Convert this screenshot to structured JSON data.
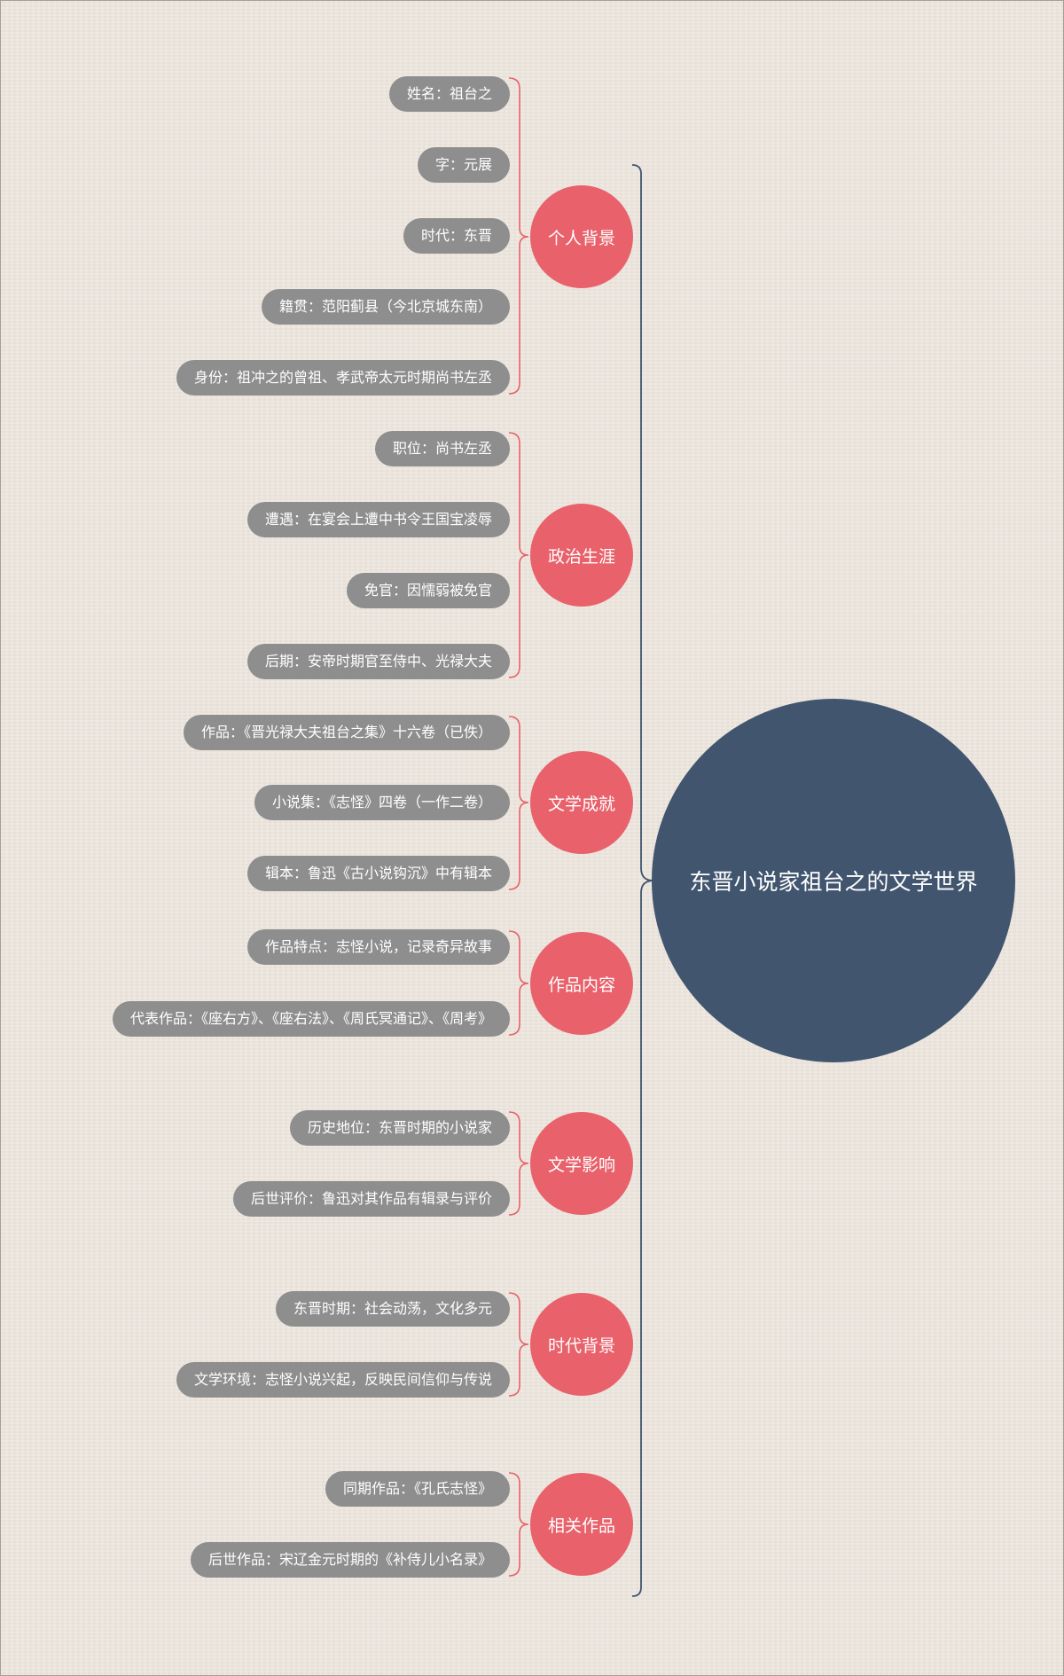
{
  "title": "东晋小说家祖台之的文学世界",
  "colors": {
    "center": "#41556f",
    "branch": "#e8616b",
    "leaf": "#8e8e8e",
    "trunk_line": "#41556f",
    "branch_line": "#e8616b"
  },
  "branches": [
    {
      "label": "个人背景",
      "items": [
        "姓名：祖台之",
        "字：元展",
        "时代：东晋",
        "籍贯：范阳蓟县（今北京城东南）",
        "身份：祖冲之的曾祖、孝武帝太元时期尚书左丞"
      ]
    },
    {
      "label": "政治生涯",
      "items": [
        "职位：尚书左丞",
        "遭遇：在宴会上遭中书令王国宝凌辱",
        "免官：因懦弱被免官",
        "后期：安帝时期官至侍中、光禄大夫"
      ]
    },
    {
      "label": "文学成就",
      "items": [
        "作品：《晋光禄大夫祖台之集》十六卷（已佚）",
        "小说集：《志怪》四卷（一作二卷）",
        "辑本：鲁迅《古小说钩沉》中有辑本"
      ]
    },
    {
      "label": "作品内容",
      "items": [
        "作品特点：志怪小说，记录奇异故事",
        "代表作品：《座右方》、《座右法》、《周氏冥通记》、《周考》"
      ]
    },
    {
      "label": "文学影响",
      "items": [
        "历史地位：东晋时期的小说家",
        "后世评价：鲁迅对其作品有辑录与评价"
      ]
    },
    {
      "label": "时代背景",
      "items": [
        "东晋时期：社会动荡，文化多元",
        "文学环境：志怪小说兴起，反映民间信仰与传说"
      ]
    },
    {
      "label": "相关作品",
      "items": [
        "同期作品：《孔氏志怪》",
        "后世作品：宋辽金元时期的《补侍儿小名录》"
      ]
    }
  ]
}
